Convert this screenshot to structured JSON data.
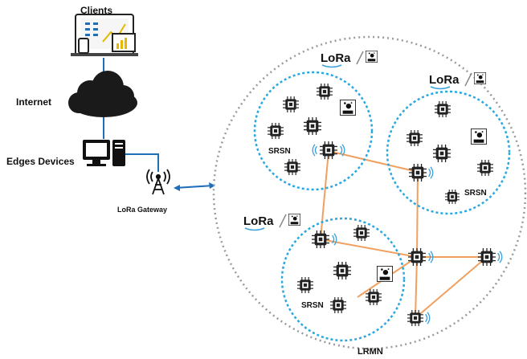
{
  "labels": {
    "clients": "Clients",
    "internet": "Internet",
    "edge_devices": "Edges Devices",
    "gateway": "LoRa Gateway",
    "lrmn": "LRMN",
    "srsn_top_left": "SRSN",
    "srsn_right": "SRSN",
    "srsn_bottom": "SRSN",
    "lora": "LoRa",
    "ant": "ANT"
  },
  "colors": {
    "link_blue": "#1f6fb8",
    "mesh_link": "#f0a060",
    "cluster_border": "#29a8e0",
    "outer_border": "#9a9a9a",
    "cloud": "#1a1a1a",
    "wave": "#3aa0dc",
    "text": "#111111"
  },
  "icons": {
    "clients": "devices-icon",
    "internet": "cloud-icon",
    "edge": "desktop-computer-icon",
    "gateway": "antenna-tower-icon",
    "node": "chip-icon",
    "ant": "ant-logo-icon",
    "lora": "lora-logo-icon"
  }
}
